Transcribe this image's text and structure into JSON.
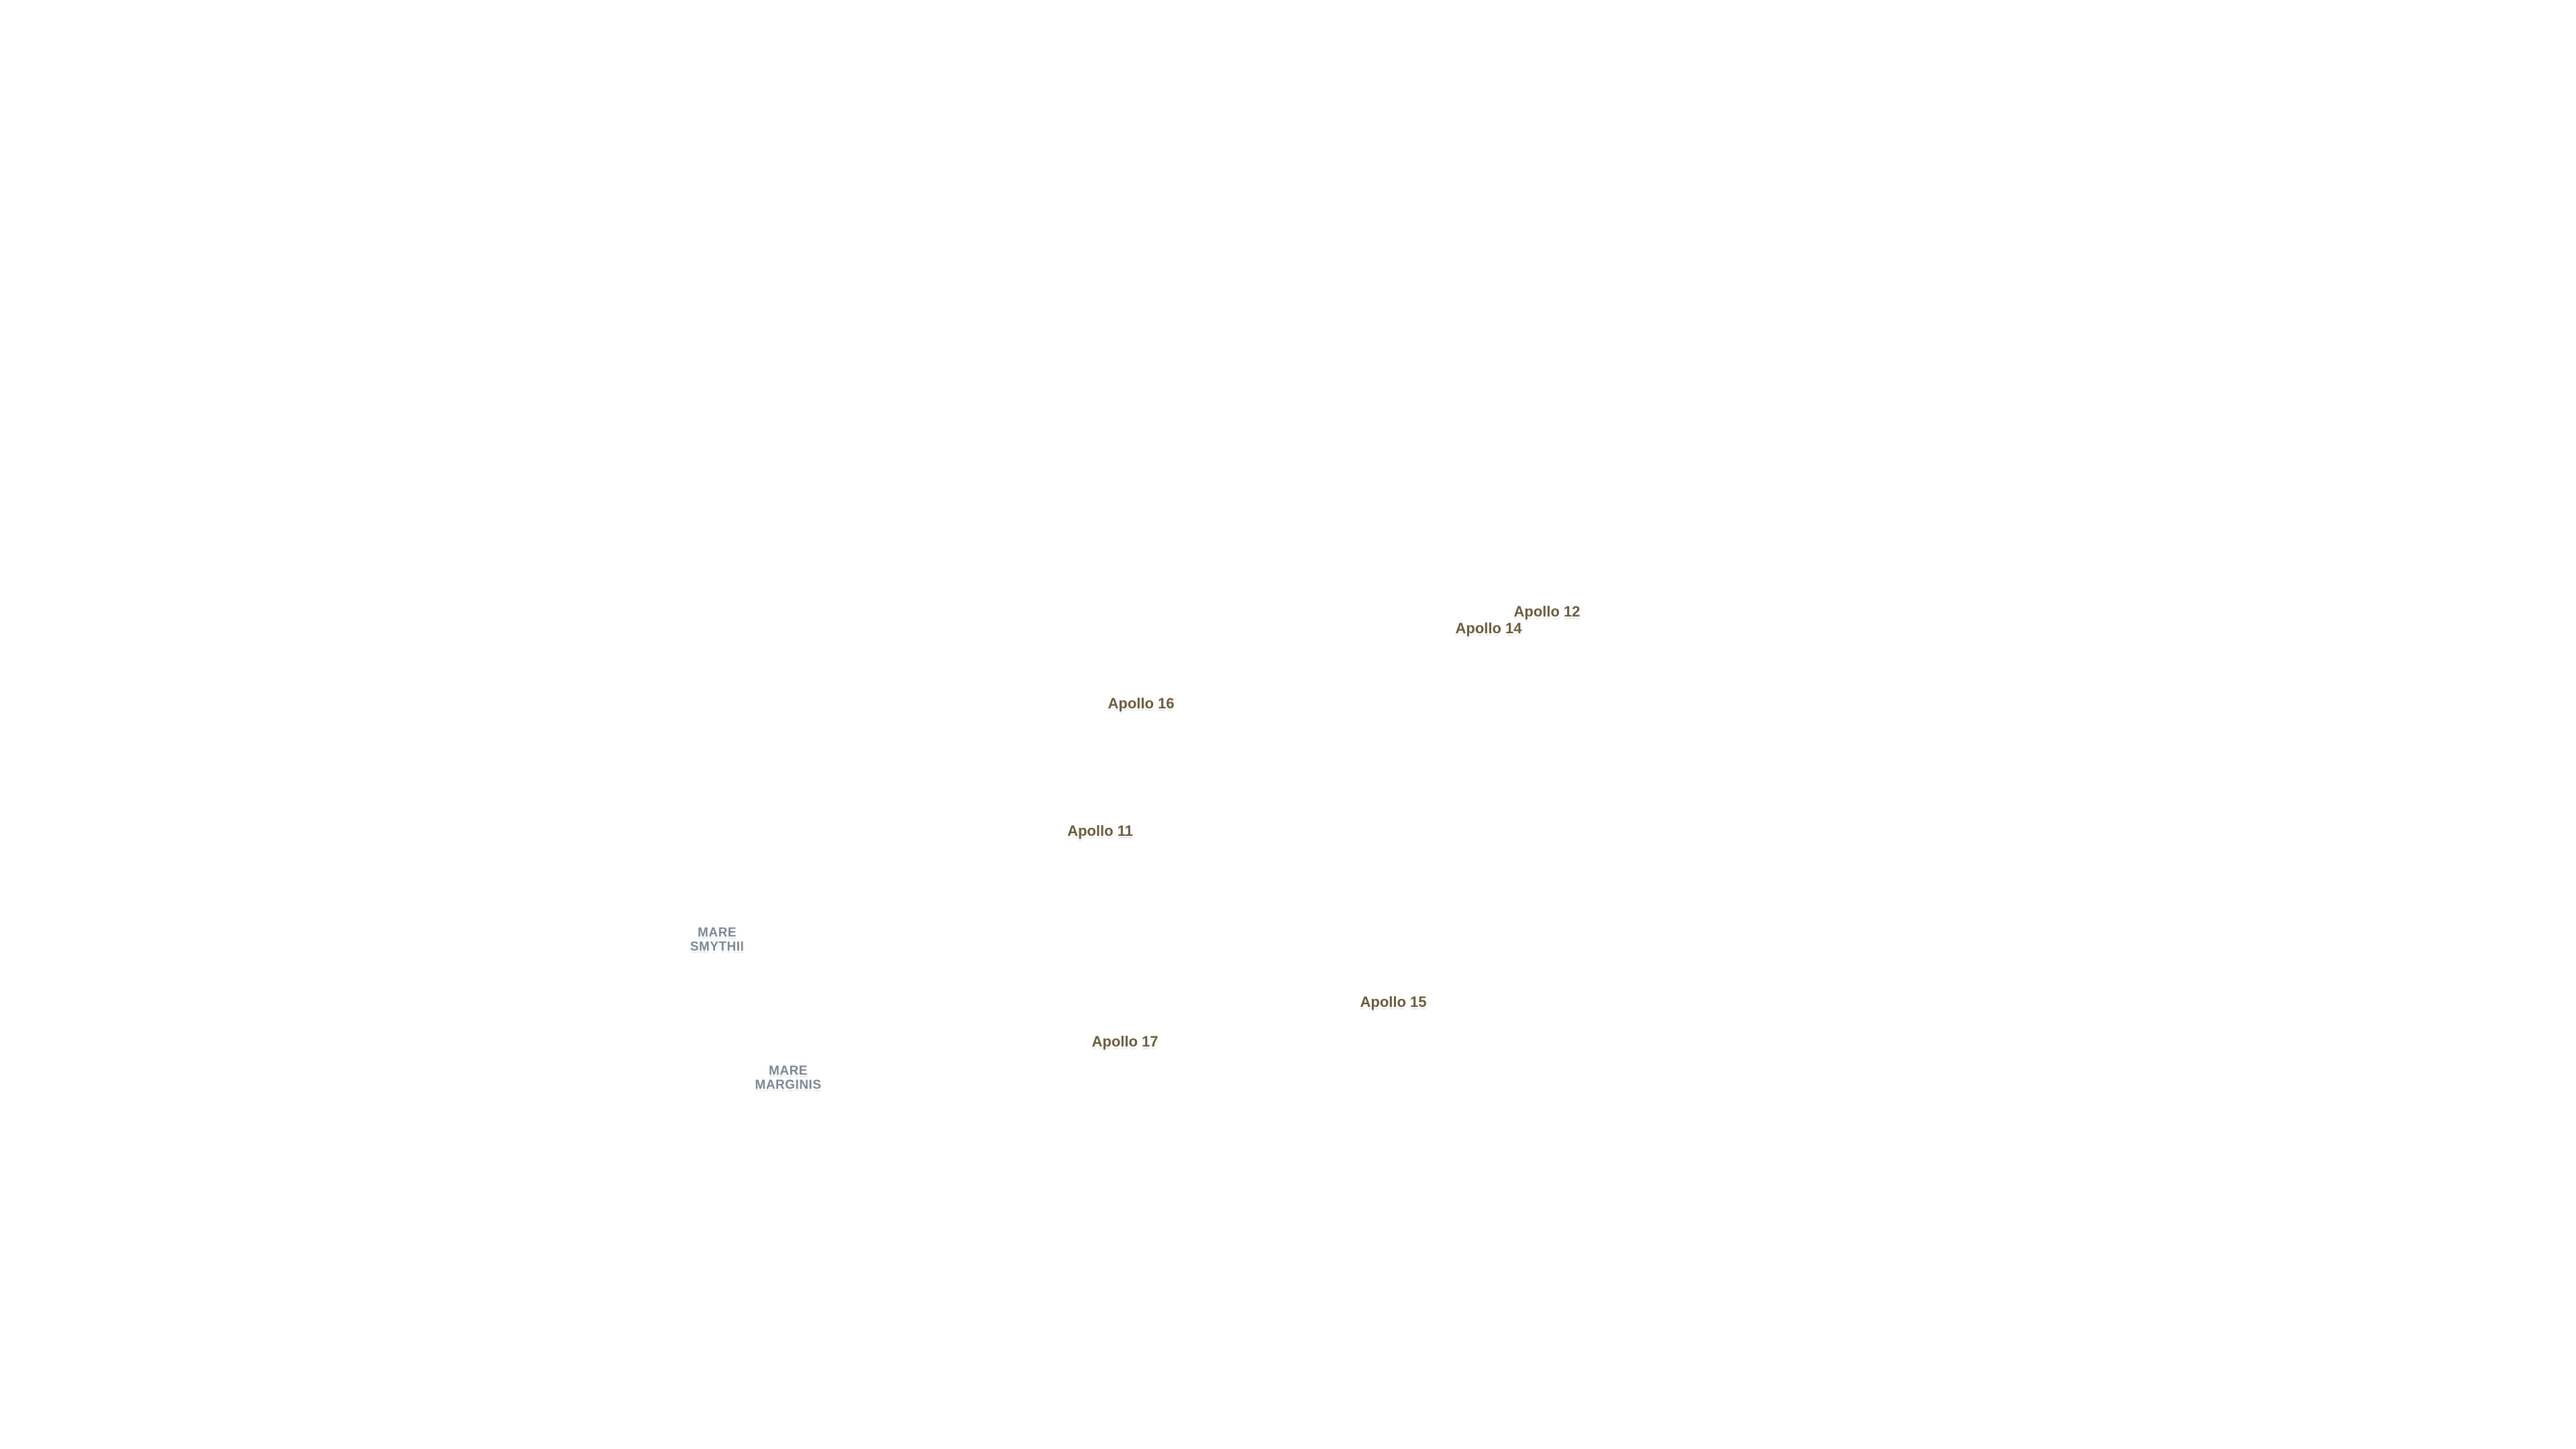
{
  "map": {
    "landing_sites": [
      {
        "id": "apollo-12",
        "label": "Apollo 12"
      },
      {
        "id": "apollo-14",
        "label": "Apollo 14"
      },
      {
        "id": "apollo-16",
        "label": "Apollo 16"
      },
      {
        "id": "apollo-11",
        "label": "Apollo 11"
      },
      {
        "id": "apollo-15",
        "label": "Apollo 15"
      },
      {
        "id": "apollo-17",
        "label": "Apollo 17"
      }
    ],
    "maria": [
      {
        "id": "mare-smythii",
        "lines": [
          "MARE",
          "SMYTHII"
        ]
      },
      {
        "id": "mare-marginis",
        "lines": [
          "MARE",
          "MARGINIS"
        ]
      }
    ],
    "colors": {
      "background": "#ffffff",
      "site_label": "#6b5a3c",
      "mare_label": "#7c8794"
    }
  }
}
